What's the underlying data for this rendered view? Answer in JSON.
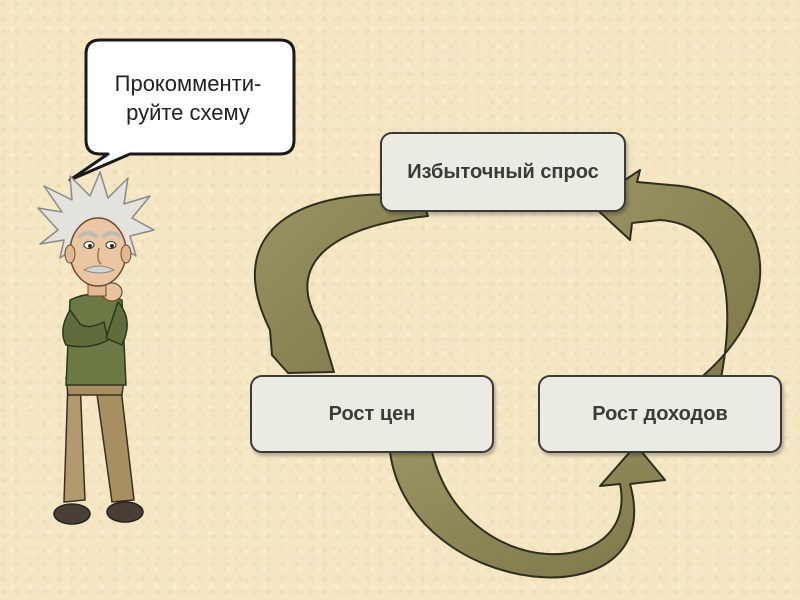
{
  "bubble": {
    "text": "Прокомменти-руйте схему"
  },
  "nodes": {
    "top": "Избыточный спрос",
    "left": "Рост цен",
    "right": "Рост доходов"
  },
  "colors": {
    "arrow_fill": "#8c8656",
    "arrow_stroke": "#2e2e1e",
    "box_fill": "#ecebe3",
    "background": "#f5e6c4"
  }
}
